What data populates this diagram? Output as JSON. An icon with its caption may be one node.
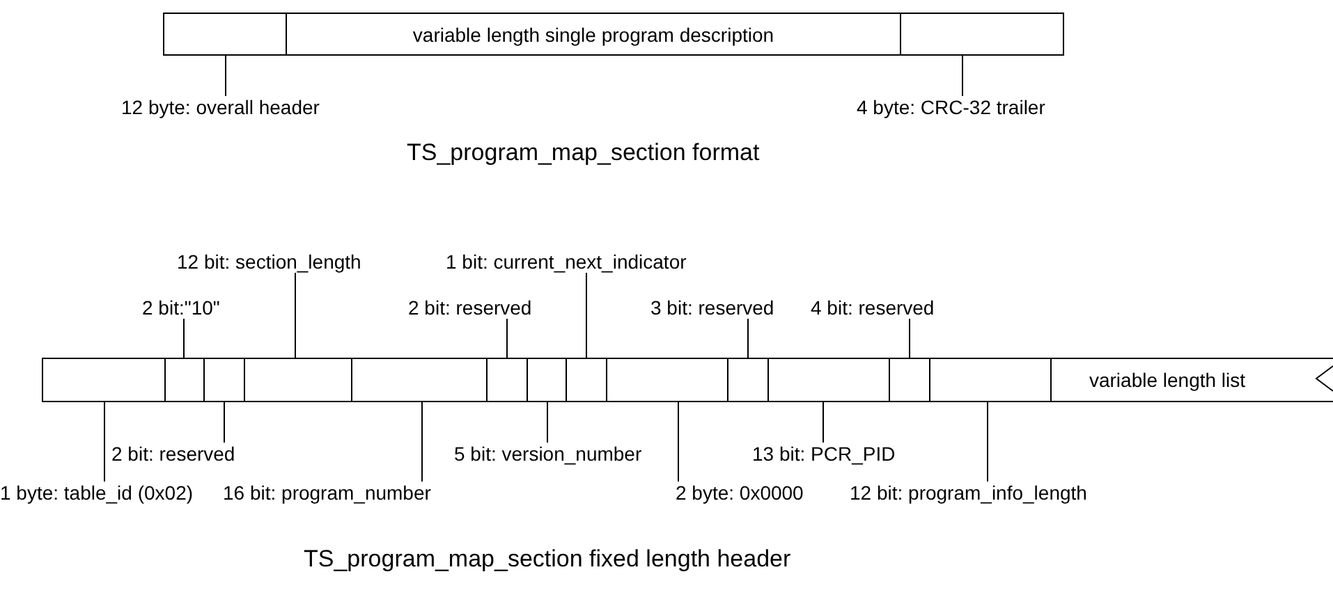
{
  "diagram": {
    "nodes": [
      {
        "text": [],
        "shape": "box"
      },
      {
        "text": [
          "variable length single program description"
        ]
      },
      {
        "text": [],
        "shape": "box"
      },
      {
        "text": [
          "12 byte: overall header"
        ]
      },
      {
        "text": [
          "4 byte: CRC-32 trailer"
        ]
      },
      {
        "text": [
          "12 bit: section_length"
        ]
      },
      {
        "text": [
          "1 bit: current_next_indicator"
        ]
      },
      {
        "text": [
          "2 bit:\"10\""
        ]
      },
      {
        "text": [
          "2 bit: reserved"
        ]
      },
      {
        "text": [
          "3 bit: reserved"
        ]
      },
      {
        "text": [
          "4 bit: reserved"
        ]
      },
      {
        "text": [],
        "shape": "box"
      },
      {
        "text": [],
        "shape": "box"
      },
      {
        "text": [],
        "shape": "box"
      },
      {
        "text": [],
        "shape": "box"
      },
      {
        "text": [],
        "shape": "box"
      },
      {
        "text": [],
        "shape": "box"
      },
      {
        "text": [],
        "shape": "box"
      },
      {
        "text": [],
        "shape": "box"
      },
      {
        "text": [],
        "shape": "box"
      },
      {
        "text": [],
        "shape": "box"
      },
      {
        "text": [],
        "shape": "box"
      },
      {
        "text": [],
        "shape": "box"
      },
      {
        "text": [],
        "shape": "box"
      },
      {
        "text": [
          "variable length list"
        ]
      },
      {
        "text": [
          "2 bit: reserved"
        ]
      },
      {
        "text": [
          "5 bit: version_number"
        ]
      },
      {
        "text": [
          "13 bit: PCR_PID"
        ]
      },
      {
        "text": [
          "1 byte: table_id (0x02)"
        ]
      },
      {
        "text": [
          "16 bit: program_number"
        ]
      },
      {
        "text": [
          "2 byte: 0x0000"
        ]
      },
      {
        "text": [
          "12 bit: program_info_length"
        ]
      }
    ],
    "edges": [
      {
        "from": 3,
        "to": 0,
        "arrow": "none"
      },
      {
        "from": 4,
        "to": 2,
        "arrow": "none"
      },
      {
        "from": 5,
        "to": 14,
        "arrow": "none"
      },
      {
        "from": 6,
        "to": 18,
        "arrow": "none"
      },
      {
        "from": 7,
        "to": 12,
        "arrow": "none"
      },
      {
        "from": 8,
        "to": 16,
        "arrow": "none"
      },
      {
        "from": 9,
        "to": 20,
        "arrow": "none"
      },
      {
        "from": 10,
        "to": 22,
        "arrow": "none"
      },
      {
        "from": 25,
        "to": 13,
        "arrow": "none"
      },
      {
        "from": 26,
        "to": 17,
        "arrow": "none"
      },
      {
        "from": 27,
        "to": 21,
        "arrow": "none"
      },
      {
        "from": 28,
        "to": 11,
        "arrow": "none"
      },
      {
        "from": 29,
        "to": 15,
        "arrow": "none"
      },
      {
        "from": 30,
        "to": 19,
        "arrow": "none"
      },
      {
        "from": 31,
        "to": 23,
        "arrow": "none"
      }
    ],
    "labels": [
      "TS_program_map_section format",
      "TS_program_map_section fixed length header"
    ]
  }
}
